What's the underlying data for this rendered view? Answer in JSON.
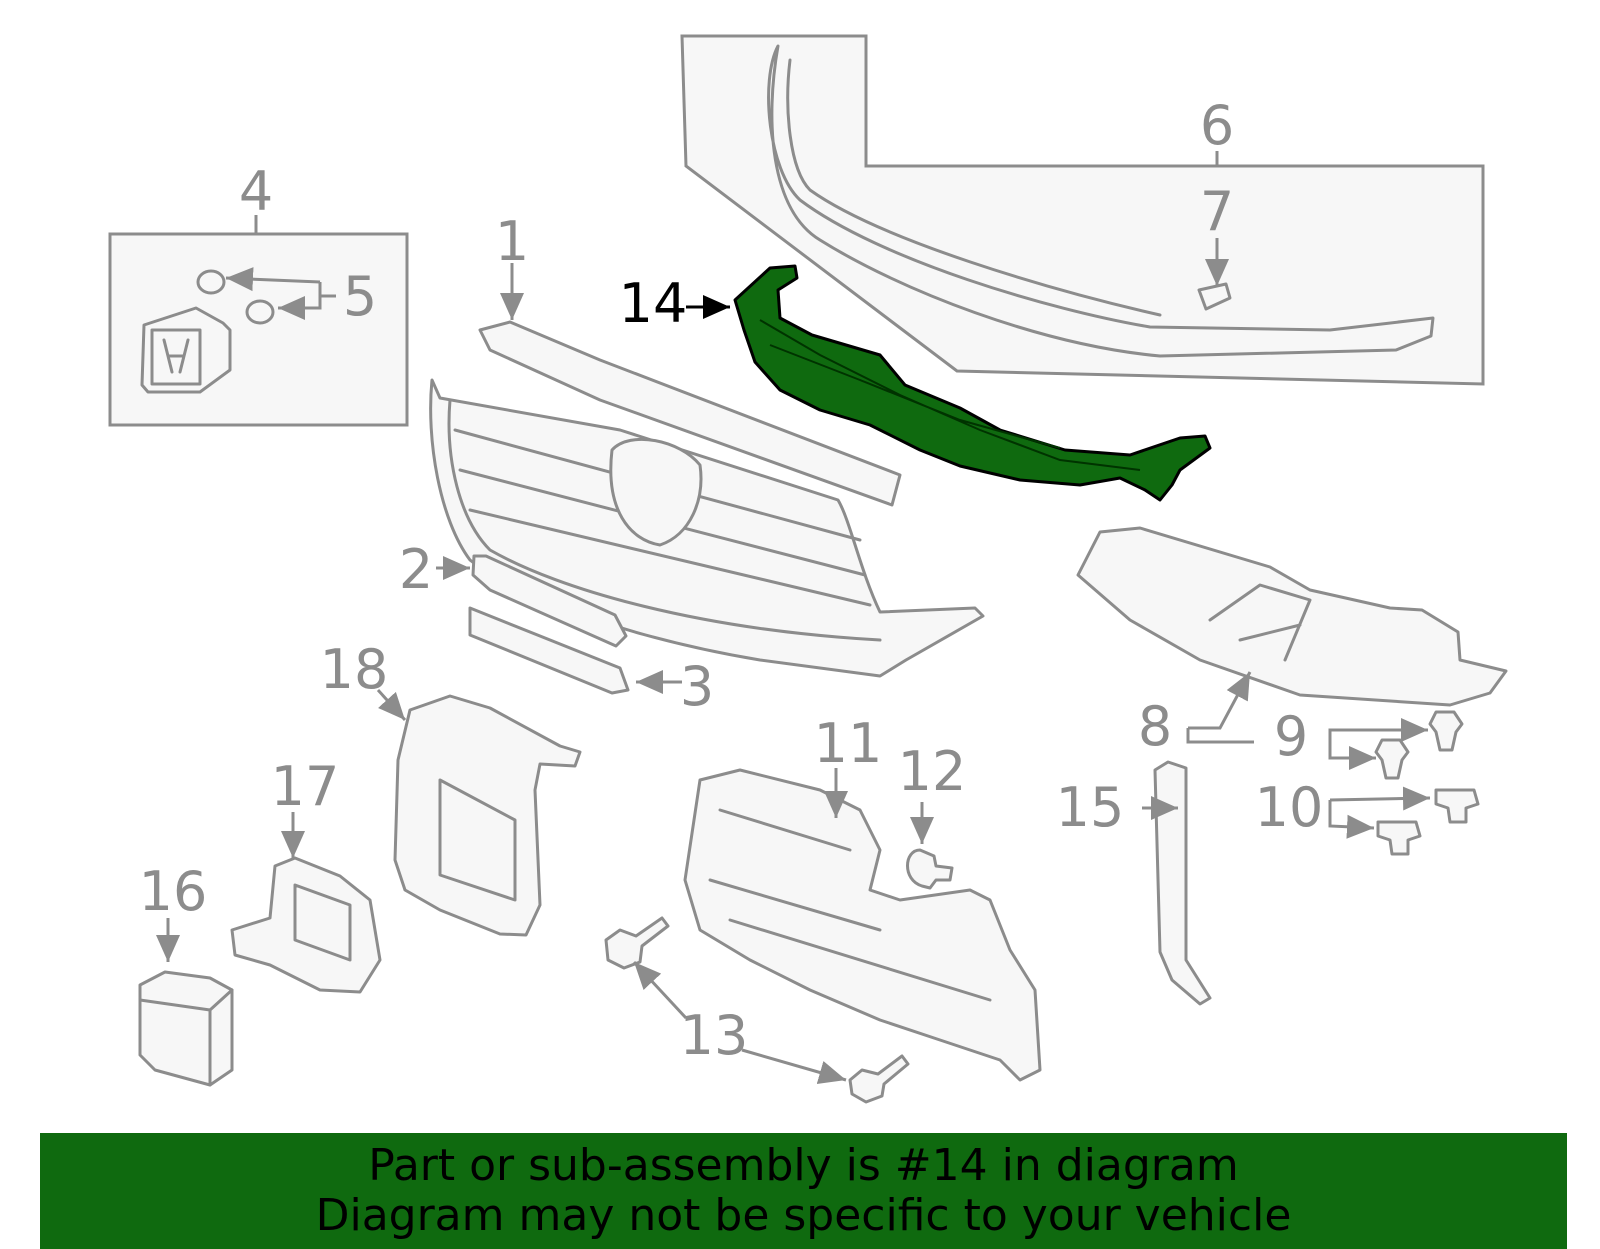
{
  "highlight": {
    "part_number": "14",
    "color": "#0f6a0f"
  },
  "callouts": {
    "c1": "1",
    "c2": "2",
    "c3": "3",
    "c4": "4",
    "c5": "5",
    "c6": "6",
    "c7": "7",
    "c8": "8",
    "c9": "9",
    "c10": "10",
    "c11": "11",
    "c12": "12",
    "c13": "13",
    "c14": "14",
    "c15": "15",
    "c16": "16",
    "c17": "17",
    "c18": "18"
  },
  "banner": {
    "line1": "Part or sub-assembly is #14 in diagram",
    "line2": "Diagram may not be specific to your vehicle",
    "background": "#0f6a0f"
  },
  "colors": {
    "outline": "#8c8c8c",
    "part_fill": "#f7f7f7"
  }
}
